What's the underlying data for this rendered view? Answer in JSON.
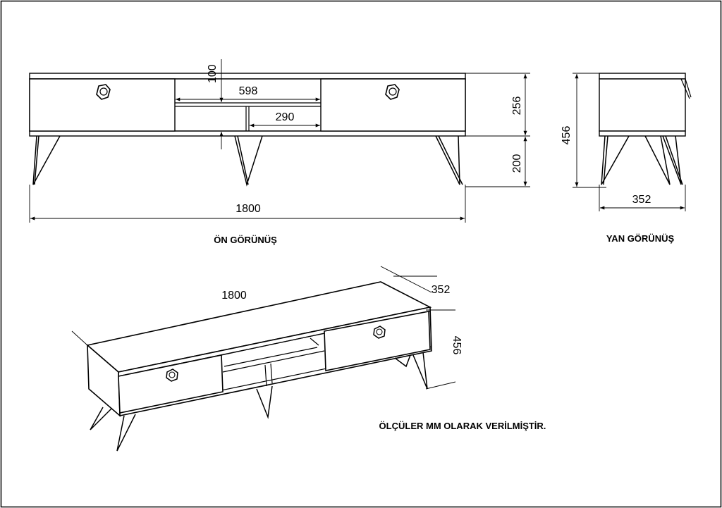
{
  "dimensions": {
    "front_shelf_gap": "100",
    "front_drawer_width": "598",
    "front_niche_width": "290",
    "front_body_height": "256",
    "front_leg_height": "200",
    "front_total_width": "1800",
    "side_total_height": "456",
    "side_depth": "352",
    "iso_width": "1800",
    "iso_depth": "352",
    "iso_height": "456"
  },
  "labels": {
    "front_view": "ÖN GÖRÜNÜŞ",
    "side_view": "YAN GÖRÜNÜŞ",
    "units_note": "ÖLÇÜLER MM OLARAK VERİLMİŞTİR."
  }
}
